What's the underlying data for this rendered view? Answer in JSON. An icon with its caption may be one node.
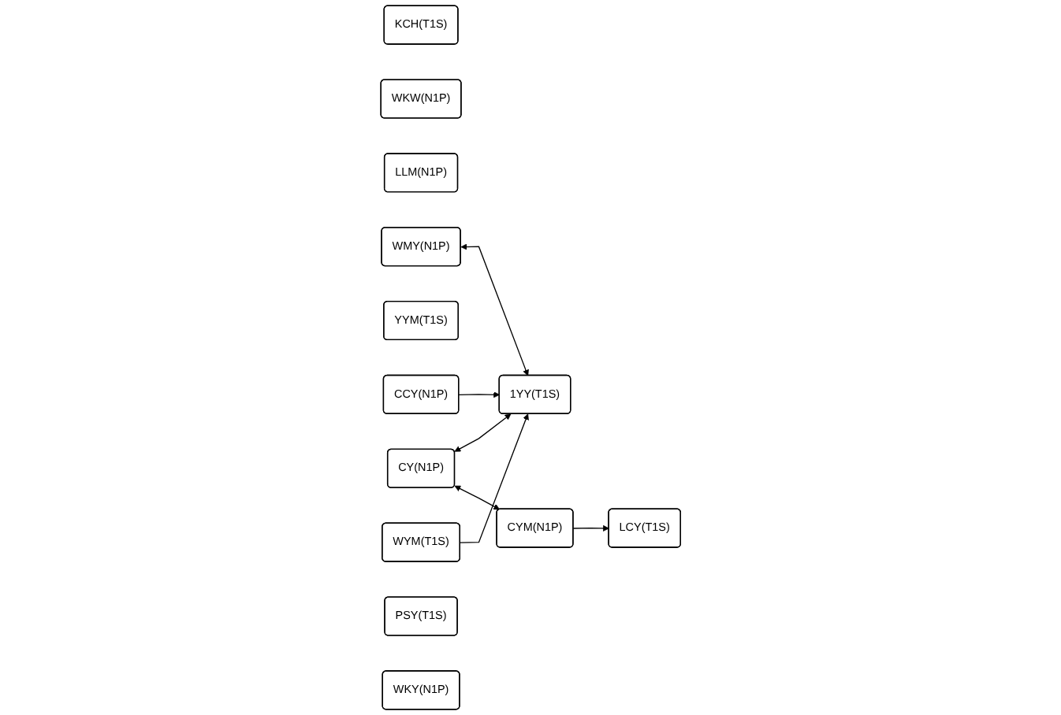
{
  "diagram": {
    "nodes": [
      {
        "text": [
          "KCH(T1S)"
        ]
      },
      {
        "text": [
          "WKW(N1P)"
        ]
      },
      {
        "text": [
          "LCY(T1S)"
        ]
      },
      {
        "text": [
          "LLM(N1P)"
        ]
      },
      {
        "text": [
          "1YY(T1S)"
        ]
      },
      {
        "text": [
          "WMY(N1P)"
        ]
      },
      {
        "text": [
          "YYM(T1S)"
        ]
      },
      {
        "text": [
          "CY(N1P)"
        ]
      },
      {
        "text": [
          "WYM(T1S)"
        ]
      },
      {
        "text": [
          "CCY(N1P)"
        ]
      },
      {
        "text": [
          "PSY(T1S)"
        ]
      },
      {
        "text": [
          "WKY(N1P)"
        ]
      },
      {
        "text": [
          "CYM(N1P)"
        ]
      }
    ],
    "edges": [
      {
        "from": 5,
        "to": 4,
        "arrow": "both"
      },
      {
        "from": 7,
        "to": 4,
        "arrow": "both"
      },
      {
        "from": 9,
        "to": 4,
        "arrow": "to"
      },
      {
        "from": 12,
        "to": 2,
        "arrow": "to"
      },
      {
        "from": 7,
        "to": 12,
        "arrow": "both"
      },
      {
        "from": 8,
        "to": 4,
        "arrow": "to"
      }
    ]
  }
}
